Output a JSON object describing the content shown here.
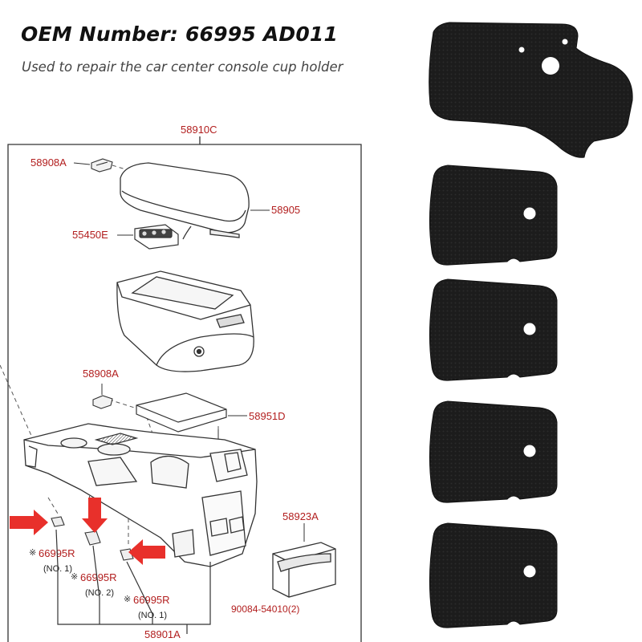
{
  "header": {
    "title": "OEM Number: 66995 AD011",
    "subtitle": "Used to repair the car center console cup holder"
  },
  "diagram": {
    "labels": {
      "assembly": "58910C",
      "lid_hinge_top": "58908A",
      "lid": "58905",
      "switch": "55450E",
      "lid_hinge_mid": "58908A",
      "cover": "58951D",
      "ashtray": "58923A",
      "pad_left": "66995R",
      "pad_left_no": "(NO. 1)",
      "pad_mid": "66995R",
      "pad_mid_no": "(NO. 2)",
      "pad_right": "66995R",
      "pad_right_no": "(NO. 1)",
      "screw": "90084-54010(2)",
      "console_body": "58901A",
      "mark": "※"
    },
    "label_color": "#b21e1e",
    "arrow_color": "#e8302b",
    "line_color": "#333333"
  },
  "products": {
    "pad_color": "#1c1c1c",
    "pieces": [
      {
        "name": "large-contoured-pad"
      },
      {
        "name": "square-pad-1"
      },
      {
        "name": "square-pad-2"
      },
      {
        "name": "square-pad-3"
      },
      {
        "name": "square-pad-4"
      }
    ]
  }
}
